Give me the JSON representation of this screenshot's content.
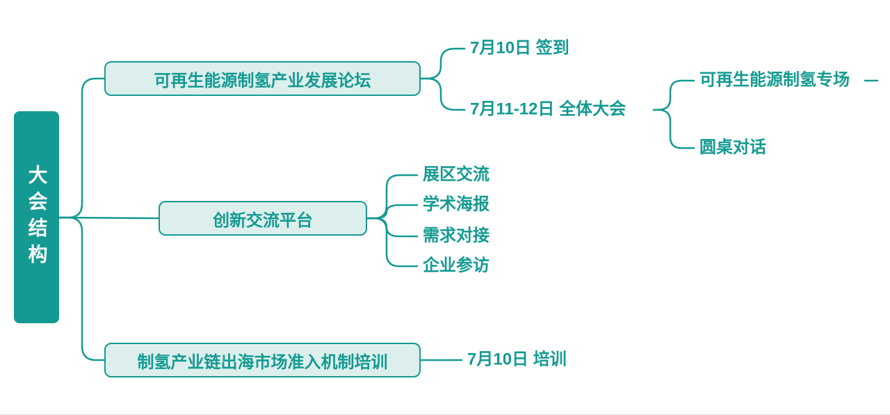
{
  "title": "大会结构思维导图",
  "colors": {
    "accent": "#149a92",
    "node_fill": "#ddefec",
    "root_text": "#ffffff",
    "background": "#ffffff"
  },
  "root": {
    "label": "大会结构"
  },
  "branches": [
    {
      "label": "可再生能源制氢产业发展论坛",
      "children": [
        {
          "label": "7月10日 签到"
        },
        {
          "label": "7月11-12日 全体大会",
          "children": [
            {
              "label": "可再生能源制氢专场"
            },
            {
              "label": "圆桌对话"
            }
          ]
        }
      ]
    },
    {
      "label": "创新交流平台",
      "children": [
        {
          "label": "展区交流"
        },
        {
          "label": "学术海报"
        },
        {
          "label": "需求对接"
        },
        {
          "label": "企业参访"
        }
      ]
    },
    {
      "label": "制氢产业链出海市场准入机制培训",
      "children": [
        {
          "label": "7月10日 培训"
        }
      ]
    }
  ]
}
